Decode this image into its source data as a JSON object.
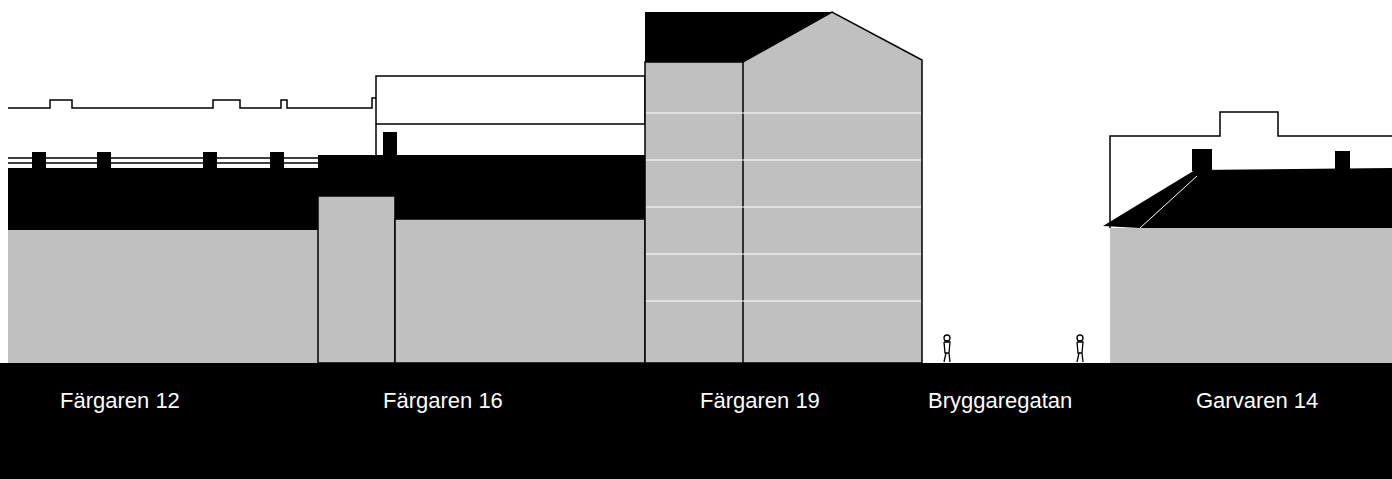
{
  "diagram": {
    "labels": [
      "Färgaren 12",
      "Färgaren 16",
      "Färgaren 19",
      "Bryggaregatan",
      "Garvaren 14"
    ]
  }
}
